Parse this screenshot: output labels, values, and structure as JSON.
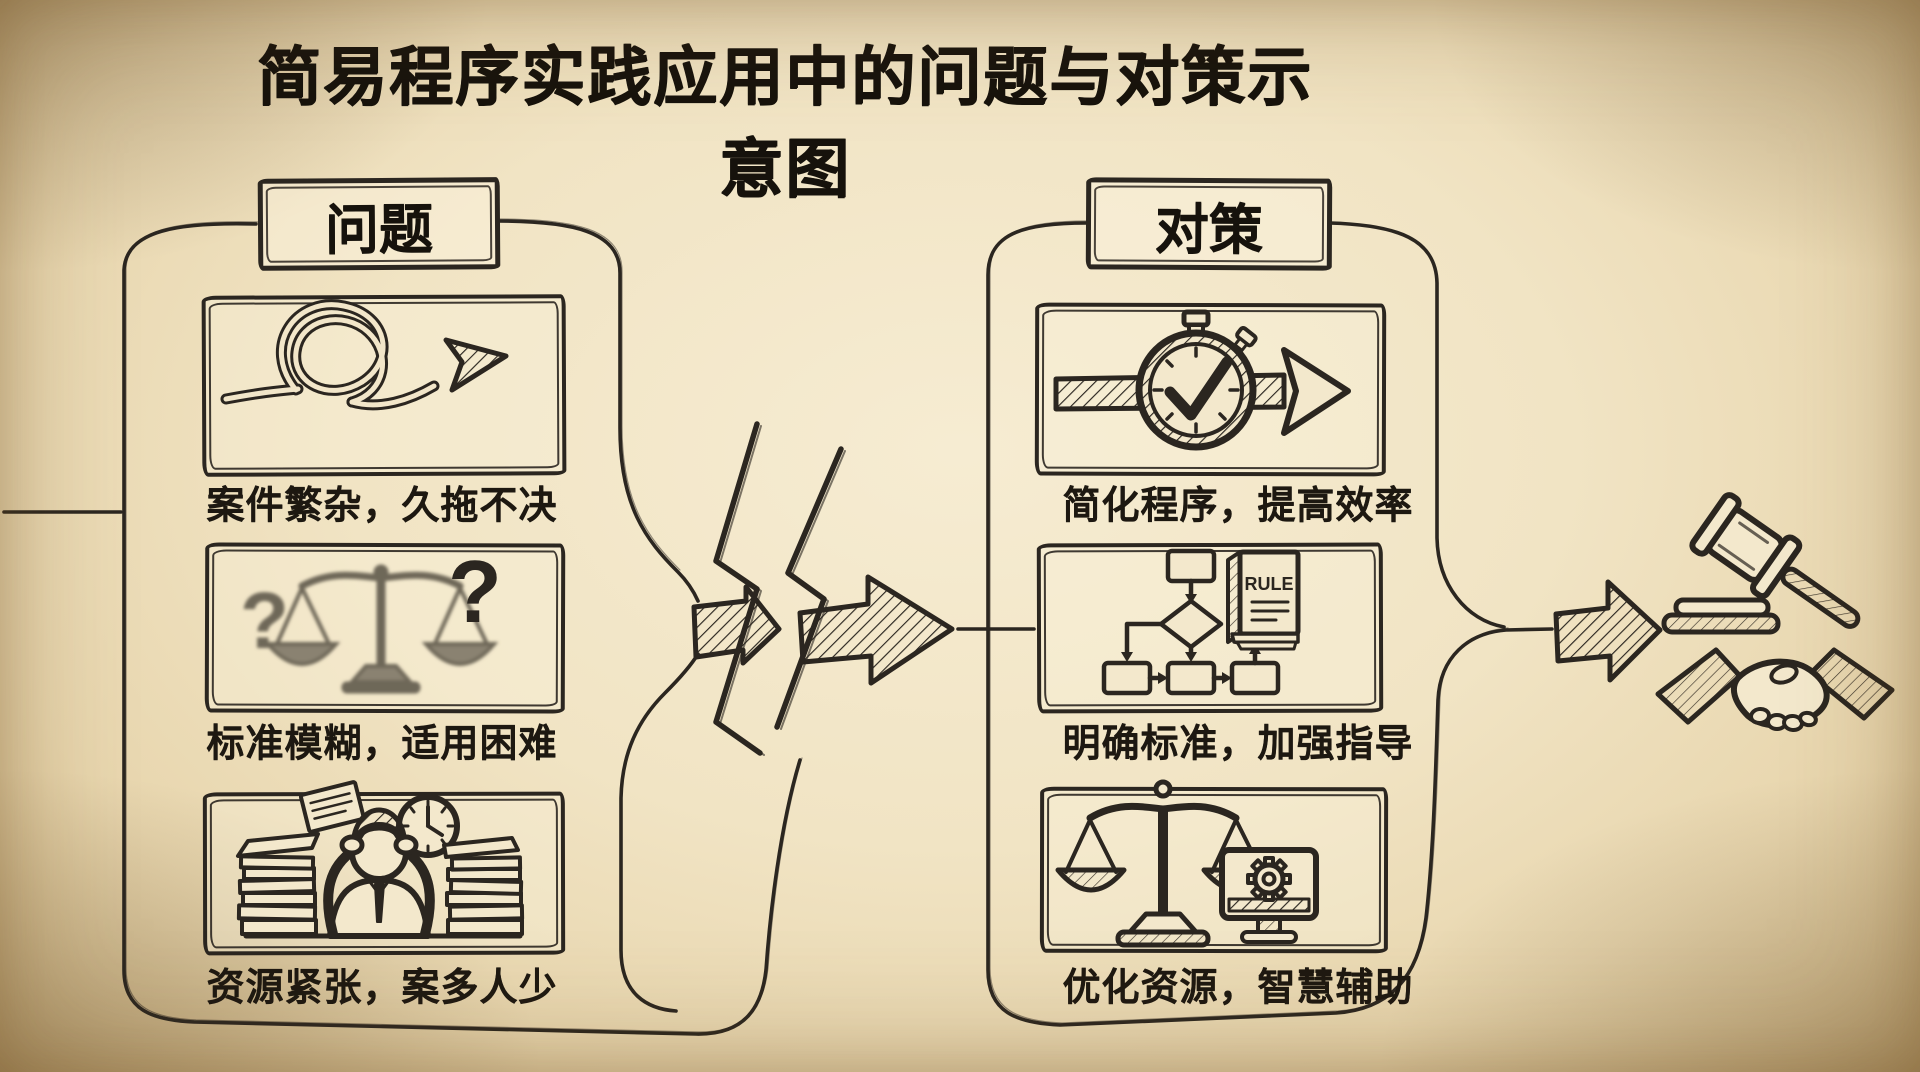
{
  "title": "简易程序实践应用中的问题与对策示意图",
  "problems": {
    "label": "问题",
    "items": [
      {
        "caption": "案件繁杂，久拖不决",
        "icon": "tangled-knot-arrow-icon"
      },
      {
        "caption": "标准模糊，适用困难",
        "icon": "blurry-scale-icon",
        "question_marks": [
          "?",
          "?"
        ]
      },
      {
        "caption": "资源紧张，案多人少",
        "icon": "overworked-clerk-icon"
      }
    ]
  },
  "countermeasures": {
    "label": "对策",
    "items": [
      {
        "caption": "简化程序，提高效率",
        "icon": "stopwatch-arrow-icon"
      },
      {
        "caption": "明确标准，加强指导",
        "icon": "flowchart-rulebook-icon",
        "book_label": "RULE"
      },
      {
        "caption": "优化资源，智慧辅助",
        "icon": "scale-computer-icon"
      }
    ]
  },
  "middle": {
    "icon": "broken-arrow-lightning-icon"
  },
  "outcome": {
    "icon": "gavel-handshake-icon"
  },
  "colors": {
    "ink": "#2b2620",
    "paper": "#f2e6c9"
  }
}
